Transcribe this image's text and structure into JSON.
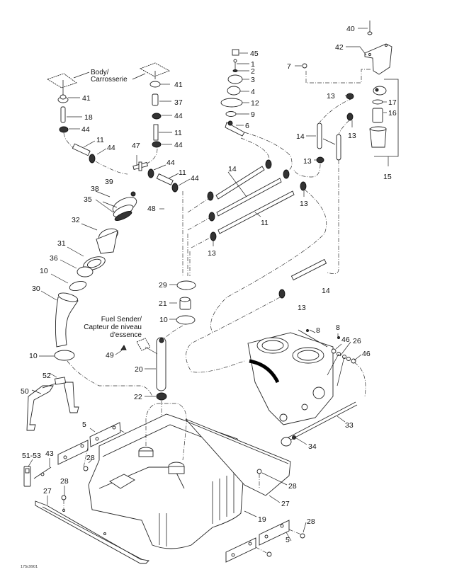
{
  "diagram": {
    "title": "Fuel system exploded view",
    "reference_code": "175c9901",
    "notes": {
      "body_line1": "Body/",
      "body_line2": "Carrosserie",
      "fuel_sender_line1": "Fuel Sender/",
      "fuel_sender_line2": "Capteur de niveau",
      "fuel_sender_line3": "d'essence"
    },
    "callouts": [
      {
        "id": "c40",
        "label": "40"
      },
      {
        "id": "c42",
        "label": "42"
      },
      {
        "id": "c7",
        "label": "7"
      },
      {
        "id": "c45",
        "label": "45"
      },
      {
        "id": "c1",
        "label": "1"
      },
      {
        "id": "c2",
        "label": "2"
      },
      {
        "id": "c3",
        "label": "3"
      },
      {
        "id": "c4",
        "label": "4"
      },
      {
        "id": "c12",
        "label": "12"
      },
      {
        "id": "c9",
        "label": "9"
      },
      {
        "id": "c6",
        "label": "6"
      },
      {
        "id": "c41a",
        "label": "41"
      },
      {
        "id": "c41b",
        "label": "41"
      },
      {
        "id": "c18",
        "label": "18"
      },
      {
        "id": "c37",
        "label": "37"
      },
      {
        "id": "c44a",
        "label": "44"
      },
      {
        "id": "c44b",
        "label": "44"
      },
      {
        "id": "c44c",
        "label": "44"
      },
      {
        "id": "c44d",
        "label": "44"
      },
      {
        "id": "c44e",
        "label": "44"
      },
      {
        "id": "c44f",
        "label": "44"
      },
      {
        "id": "c11a",
        "label": "11"
      },
      {
        "id": "c11b",
        "label": "11"
      },
      {
        "id": "c11c",
        "label": "11"
      },
      {
        "id": "c11d",
        "label": "11"
      },
      {
        "id": "c47",
        "label": "47"
      },
      {
        "id": "c13a",
        "label": "13"
      },
      {
        "id": "c13b",
        "label": "13"
      },
      {
        "id": "c13c",
        "label": "13"
      },
      {
        "id": "c13d",
        "label": "13"
      },
      {
        "id": "c13e",
        "label": "13"
      },
      {
        "id": "c13f",
        "label": "13"
      },
      {
        "id": "c14a",
        "label": "14"
      },
      {
        "id": "c14b",
        "label": "14"
      },
      {
        "id": "c14c",
        "label": "14"
      },
      {
        "id": "c17",
        "label": "17"
      },
      {
        "id": "c16",
        "label": "16"
      },
      {
        "id": "c15",
        "label": "15"
      },
      {
        "id": "c39",
        "label": "39"
      },
      {
        "id": "c38",
        "label": "38"
      },
      {
        "id": "c35",
        "label": "35"
      },
      {
        "id": "c48",
        "label": "48"
      },
      {
        "id": "c32",
        "label": "32"
      },
      {
        "id": "c31",
        "label": "31"
      },
      {
        "id": "c36",
        "label": "36"
      },
      {
        "id": "c10a",
        "label": "10"
      },
      {
        "id": "c10b",
        "label": "10"
      },
      {
        "id": "c10c",
        "label": "10"
      },
      {
        "id": "c30",
        "label": "30"
      },
      {
        "id": "c29",
        "label": "29"
      },
      {
        "id": "c21",
        "label": "21"
      },
      {
        "id": "c49",
        "label": "49"
      },
      {
        "id": "c20",
        "label": "20"
      },
      {
        "id": "c22",
        "label": "22"
      },
      {
        "id": "c8a",
        "label": "8"
      },
      {
        "id": "c8b",
        "label": "8"
      },
      {
        "id": "c46a",
        "label": "46"
      },
      {
        "id": "c46b",
        "label": "46"
      },
      {
        "id": "c26",
        "label": "26"
      },
      {
        "id": "c33",
        "label": "33"
      },
      {
        "id": "c34",
        "label": "34"
      },
      {
        "id": "c52",
        "label": "52"
      },
      {
        "id": "c50",
        "label": "50"
      },
      {
        "id": "c5a",
        "label": "5"
      },
      {
        "id": "c5b",
        "label": "5"
      },
      {
        "id": "c51",
        "label": "51-53"
      },
      {
        "id": "c43",
        "label": "43"
      },
      {
        "id": "c28a",
        "label": "28"
      },
      {
        "id": "c28b",
        "label": "28"
      },
      {
        "id": "c28c",
        "label": "28"
      },
      {
        "id": "c28d",
        "label": "28"
      },
      {
        "id": "c27a",
        "label": "27"
      },
      {
        "id": "c27b",
        "label": "27"
      },
      {
        "id": "c19",
        "label": "19"
      }
    ]
  }
}
